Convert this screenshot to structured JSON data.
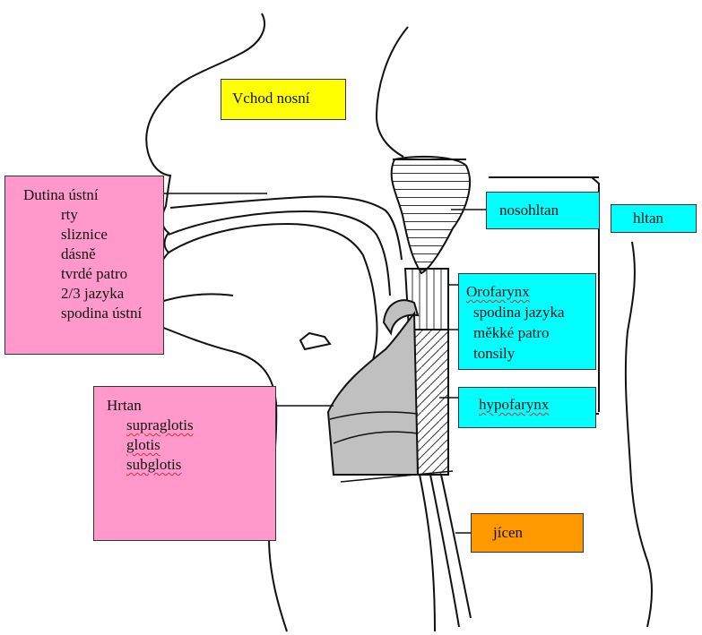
{
  "colors": {
    "yellow": "#ffff00",
    "pink": "#ff99cc",
    "cyan": "#00ffff",
    "orange": "#ff9900",
    "larynx_fill": "#c0c0c0"
  },
  "labels": {
    "vchod": "Vchod nosní",
    "dutina": {
      "title": "Dutina ústní",
      "items": [
        "rty",
        "sliznice",
        "dásně",
        "tvrdé patro",
        "2/3 jazyka",
        "spodina ústní"
      ]
    },
    "hrtan": {
      "title": "Hrtan",
      "items": [
        "supraglotis",
        "glotis",
        "subglotis"
      ]
    },
    "nosohltan": "nosohltan",
    "orofarynx": {
      "title": "Orofarynx",
      "items": [
        "spodina jazyka",
        "měkké patro",
        "tonsily"
      ]
    },
    "hypofarynx": "hypofarynx",
    "hltan": "hltan",
    "jicen": "jícen"
  }
}
